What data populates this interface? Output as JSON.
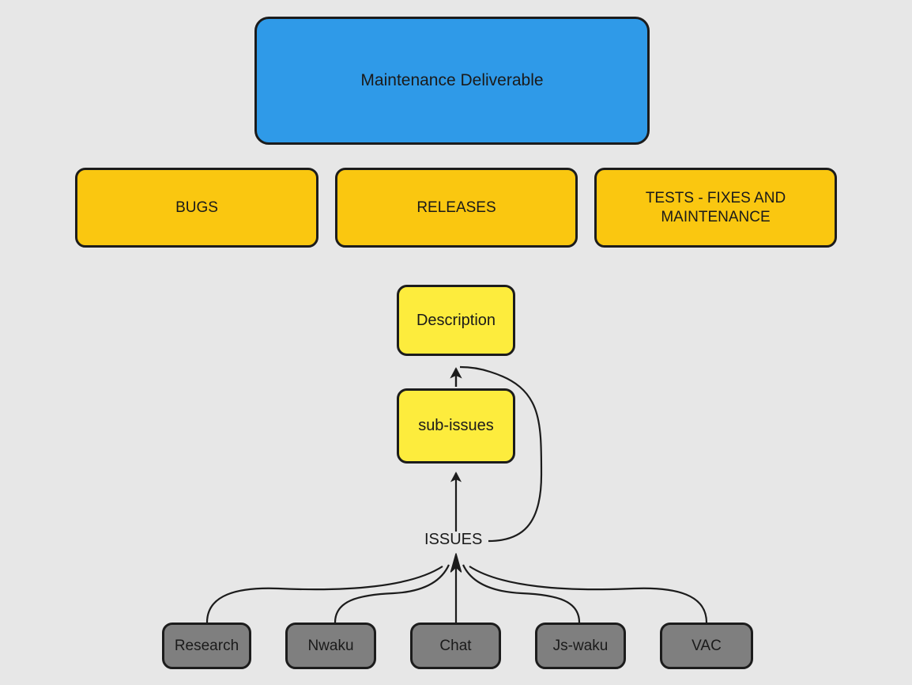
{
  "diagram": {
    "title": "Maintenance Deliverable",
    "background_color": "#e7e7e7",
    "colors": {
      "deliverable": "#2f9ae8",
      "category": "#fac710",
      "issue": "#fdec3d",
      "source": "#7f7f7f",
      "stroke": "#1c1c1c",
      "text": "#1a1a1a"
    },
    "nodes": {
      "deliverable": {
        "label": "Maintenance Deliverable"
      },
      "categories": [
        {
          "label": "BUGS"
        },
        {
          "label": "RELEASES"
        },
        {
          "label": "TESTS - FIXES AND\nMAINTENANCE"
        }
      ],
      "issue_detail": [
        {
          "label": "Description"
        },
        {
          "label": "sub-issues"
        }
      ],
      "sources": [
        {
          "label": "Research"
        },
        {
          "label": "Nwaku"
        },
        {
          "label": "Chat"
        },
        {
          "label": "Js-waku"
        },
        {
          "label": "VAC"
        }
      ]
    },
    "edge_labels": [
      {
        "label": "ISSUES"
      }
    ]
  }
}
